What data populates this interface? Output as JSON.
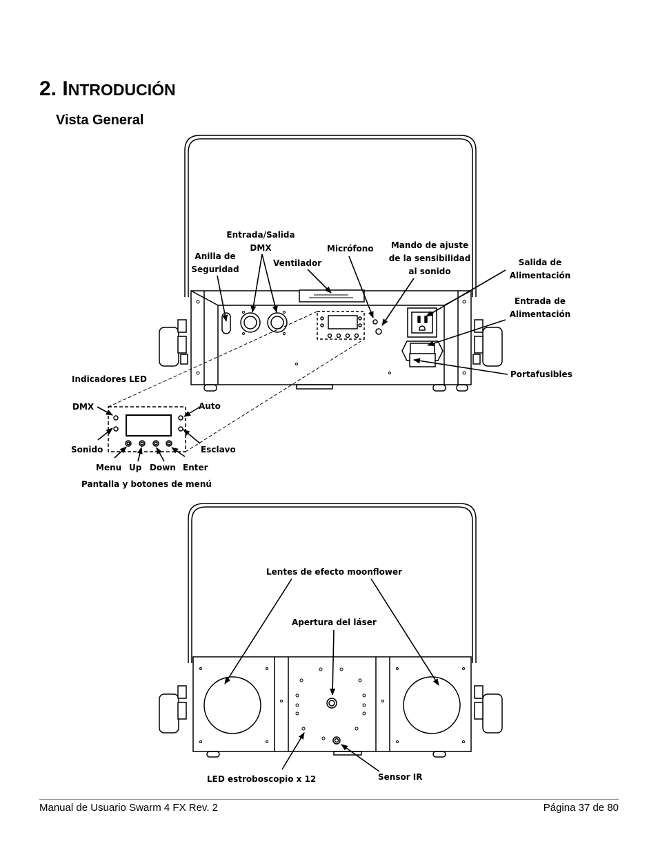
{
  "heading": {
    "number": "2.",
    "first_letter": "I",
    "rest": "NTRODUCIÓN"
  },
  "subheading": "Vista General",
  "rear_labels": {
    "anilla_l1": "Anilla de",
    "anilla_l2": "Seguridad",
    "dmx_l1": "Entrada/Salida",
    "dmx_l2": "DMX",
    "ventilador": "Ventilador",
    "microfono": "Micrófono",
    "mando_l1": "Mando de ajuste",
    "mando_l2": "de la sensibilidad",
    "mando_l3": "al sonido",
    "salida_l1": "Salida de",
    "salida_l2": "Alimentación",
    "entrada_l1": "Entrada de",
    "entrada_l2": "Alimentación",
    "portafusibles": "Portafusibles",
    "indicadores": "Indicadores LED",
    "dmx": "DMX",
    "auto": "Auto",
    "sonido": "Sonido",
    "esclavo": "Esclavo",
    "menu": "Menu",
    "up": "Up",
    "down": "Down",
    "enter": "Enter",
    "pantalla": "Pantalla y botones de menú"
  },
  "front_labels": {
    "lentes": "Lentes de efecto moonflower",
    "apertura": "Apertura del láser",
    "led": "LED estroboscopio x 12",
    "sensor": "Sensor IR"
  },
  "footer": {
    "left": "Manual de Usuario Swarm 4 FX Rev. 2",
    "right": "Página 37 de 80"
  }
}
